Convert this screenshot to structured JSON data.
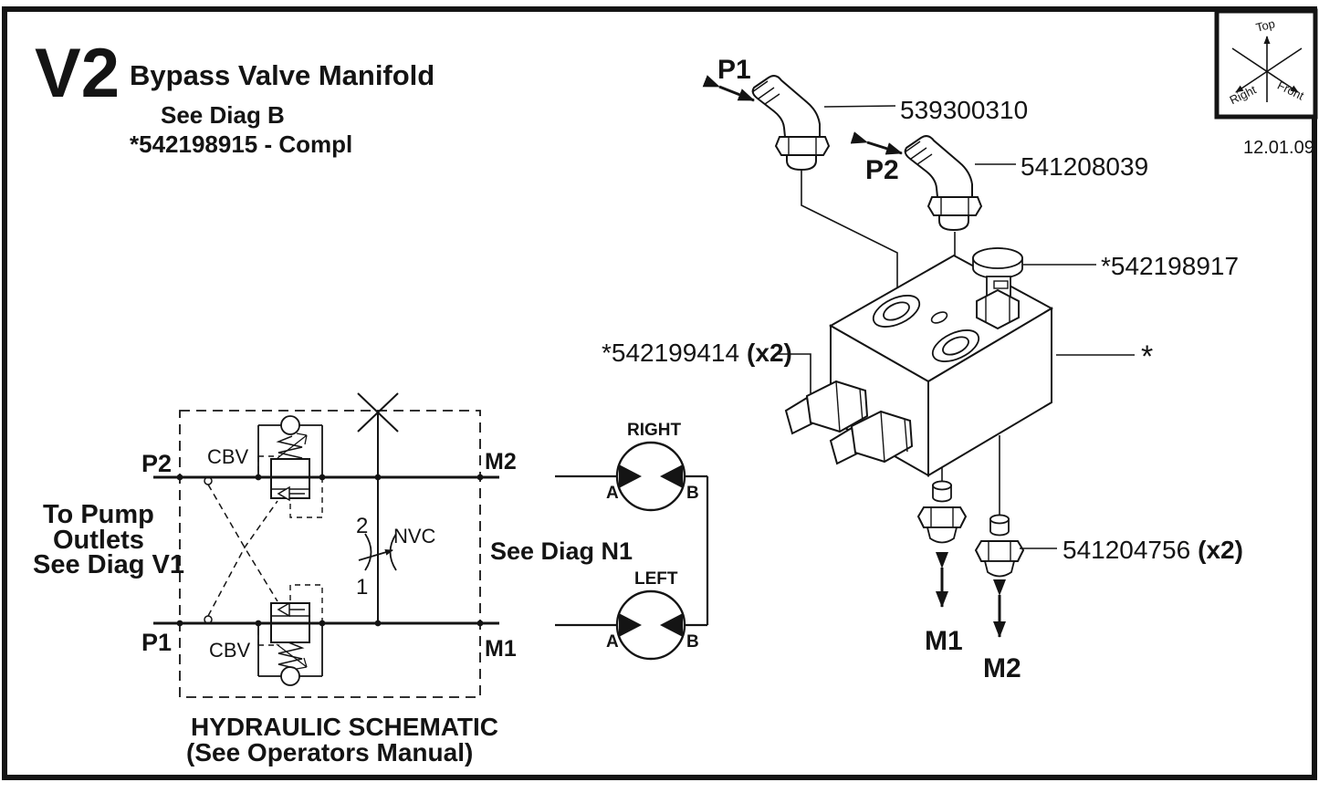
{
  "header": {
    "code": "V2",
    "title": "Bypass Valve Manifold",
    "sub1": "See Diag B",
    "sub2": "*542198915 - Compl"
  },
  "date": "12.01.09",
  "compass": {
    "top": "Top",
    "right": "Right",
    "front": "Front"
  },
  "schematic": {
    "port_p2": "P2",
    "port_p1": "P1",
    "port_m2": "M2",
    "port_m1": "M1",
    "cbv_top": "CBV",
    "cbv_bottom": "CBV",
    "nvc_label": "NVC",
    "nvc_pos2": "2",
    "nvc_pos1": "1",
    "note_left_line1": "To Pump",
    "note_left_line2": "Outlets",
    "note_left_line3": "See Diag V1",
    "note_right": "See Diag N1",
    "caption1": "HYDRAULIC SCHEMATIC",
    "caption2": "(See Operators Manual)"
  },
  "motors": {
    "right_label": "RIGHT",
    "right_a": "A",
    "right_b": "B",
    "left_label": "LEFT",
    "left_a": "A",
    "left_b": "B"
  },
  "assembly": {
    "port_p1": "P1",
    "port_p2": "P2",
    "port_m1": "M1",
    "port_m2": "M2",
    "parts": [
      {
        "id": "539300310",
        "qty": ""
      },
      {
        "id": "541208039",
        "qty": ""
      },
      {
        "id": "*542198917",
        "qty": ""
      },
      {
        "id": "*",
        "qty": ""
      },
      {
        "id": "*542199414",
        "qty": "(x2)"
      },
      {
        "id": "541204756",
        "qty": "(x2)"
      }
    ]
  }
}
